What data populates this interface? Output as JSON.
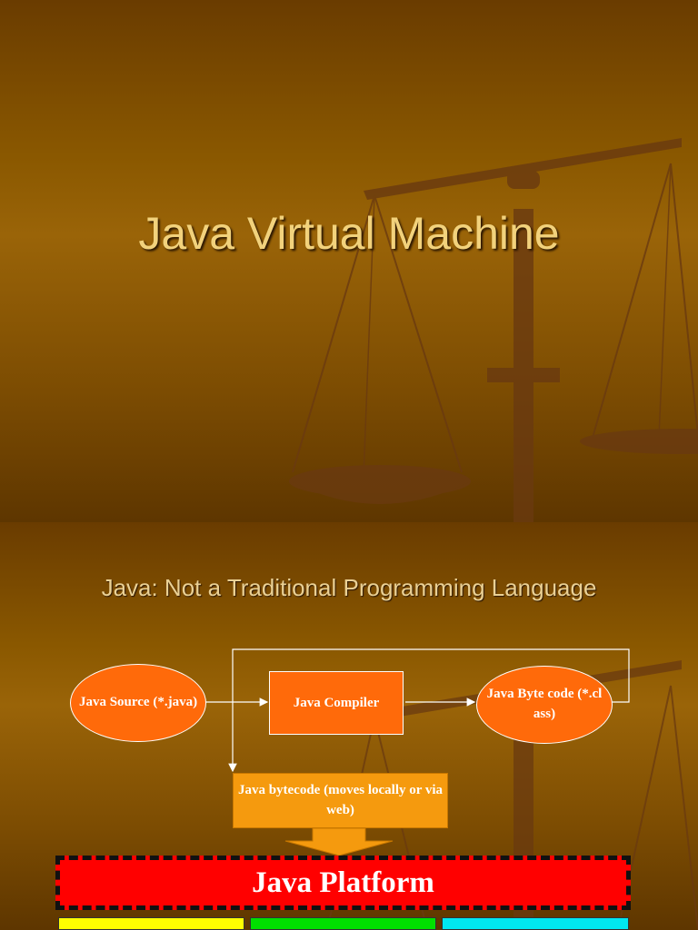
{
  "slide1": {
    "title": "Java Virtual Machine"
  },
  "slide2": {
    "title": "Java: Not a Traditional Programming Language",
    "diagram": {
      "source_node": "Java Source (*.java)",
      "compiler_node": "Java Compiler",
      "bytecode_file_node": "Java Byte code (*.cl ass)",
      "bytecode_transport_node": "Java bytecode (moves locally or via web)",
      "platform_label": "Java Platform"
    }
  },
  "colors": {
    "background": "#8a5800",
    "title_text": "#f2d27c",
    "node_orange": "#ff6a0a",
    "node_amber": "#f59a0e",
    "platform_red": "#ff0000",
    "strip_yellow": "#ffff00",
    "strip_green": "#00e000",
    "strip_cyan": "#00e8f0"
  },
  "icons": [
    "balance-scale-icon",
    "down-arrow-icon"
  ]
}
